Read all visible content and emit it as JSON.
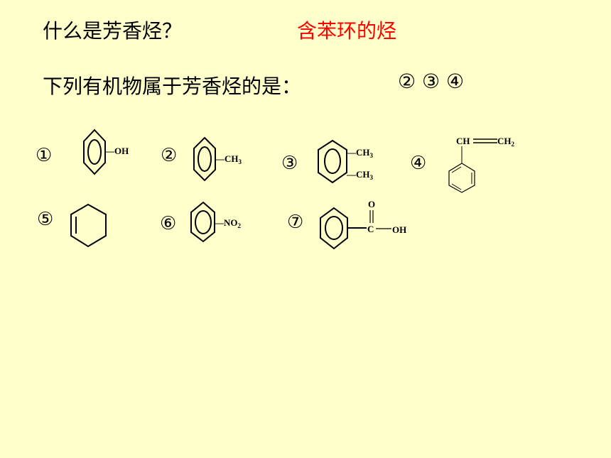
{
  "question1": "什么是芳香烃？",
  "answer1": "含苯环的烃",
  "question2": "下列有机物属于芳香烃的是：",
  "answer2": "② ③ ④",
  "molecules": [
    {
      "number": "①",
      "labels": [
        "—OH"
      ]
    },
    {
      "number": "②",
      "labels": [
        "—CH",
        "3"
      ]
    },
    {
      "number": "③",
      "labels": [
        "—CH",
        "3",
        "—CH",
        "3"
      ]
    },
    {
      "number": "④",
      "labels": [
        "CH",
        "CH",
        "2"
      ]
    },
    {
      "number": "⑤",
      "labels": []
    },
    {
      "number": "⑥",
      "labels": [
        "—NO",
        "2"
      ]
    },
    {
      "number": "⑦",
      "labels": [
        "O",
        "C",
        "OH"
      ]
    }
  ]
}
